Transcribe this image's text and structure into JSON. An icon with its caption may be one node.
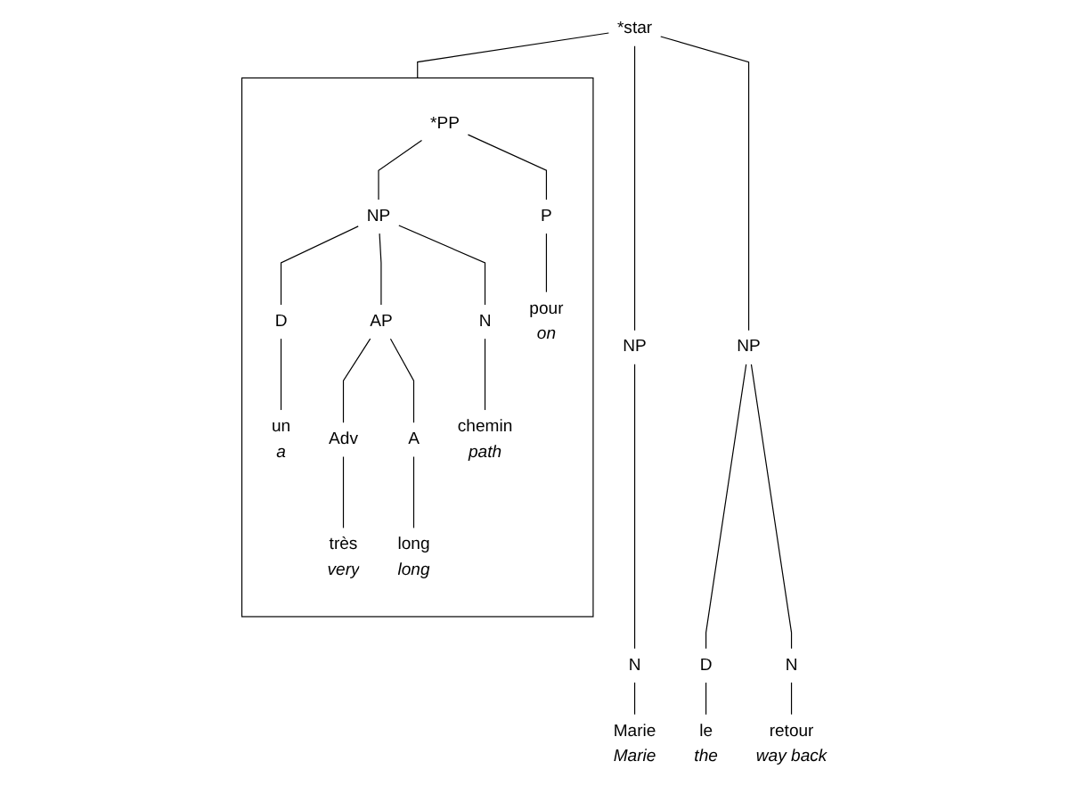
{
  "diagram": {
    "nodes": [
      {
        "text": [
          "*star"
        ]
      },
      {
        "text": [
          "NP"
        ]
      },
      {
        "text": [
          "N"
        ]
      },
      {
        "text": [
          "Marie",
          "Marie"
        ]
      },
      {
        "text": [],
        "shape": "box"
      },
      {
        "text": [
          "*PP"
        ],
        "in": 4
      },
      {
        "text": [
          "NP"
        ],
        "in": 4
      },
      {
        "text": [
          "P"
        ],
        "in": 4
      },
      {
        "text": [
          "D"
        ],
        "in": 4
      },
      {
        "text": [
          "AP"
        ],
        "in": 4
      },
      {
        "text": [
          "N"
        ],
        "in": 4
      },
      {
        "text": [
          "pour",
          "on"
        ],
        "in": 4
      },
      {
        "text": [
          "un",
          "a"
        ],
        "in": 4
      },
      {
        "text": [
          "Adv"
        ],
        "in": 4
      },
      {
        "text": [
          "A"
        ],
        "in": 4
      },
      {
        "text": [
          "chemin",
          "path"
        ],
        "in": 4
      },
      {
        "text": [
          "très",
          "very"
        ],
        "in": 4
      },
      {
        "text": [
          "long",
          "long"
        ],
        "in": 4
      },
      {
        "text": [
          "NP"
        ]
      },
      {
        "text": [
          "D"
        ]
      },
      {
        "text": [
          "N"
        ]
      },
      {
        "text": [
          "le",
          "the"
        ]
      },
      {
        "text": [
          "retour",
          "way back"
        ]
      }
    ],
    "edges": [
      {
        "from": 0,
        "to": 1,
        "arrow": "none"
      },
      {
        "from": 0,
        "to": 4,
        "arrow": "none"
      },
      {
        "from": 0,
        "to": 18,
        "arrow": "none"
      },
      {
        "from": 1,
        "to": 2,
        "arrow": "none"
      },
      {
        "from": 2,
        "to": 3,
        "arrow": "none"
      },
      {
        "from": 5,
        "to": 6,
        "arrow": "none"
      },
      {
        "from": 5,
        "to": 7,
        "arrow": "none"
      },
      {
        "from": 6,
        "to": 8,
        "arrow": "none"
      },
      {
        "from": 6,
        "to": 9,
        "arrow": "none"
      },
      {
        "from": 6,
        "to": 10,
        "arrow": "none"
      },
      {
        "from": 7,
        "to": 11,
        "arrow": "none"
      },
      {
        "from": 8,
        "to": 12,
        "arrow": "none"
      },
      {
        "from": 9,
        "to": 13,
        "arrow": "none"
      },
      {
        "from": 9,
        "to": 14,
        "arrow": "none"
      },
      {
        "from": 10,
        "to": 15,
        "arrow": "none"
      },
      {
        "from": 13,
        "to": 16,
        "arrow": "none"
      },
      {
        "from": 14,
        "to": 17,
        "arrow": "none"
      },
      {
        "from": 18,
        "to": 19,
        "arrow": "none"
      },
      {
        "from": 18,
        "to": 20,
        "arrow": "none"
      },
      {
        "from": 19,
        "to": 21,
        "arrow": "none"
      },
      {
        "from": 20,
        "to": 22,
        "arrow": "none"
      }
    ]
  }
}
